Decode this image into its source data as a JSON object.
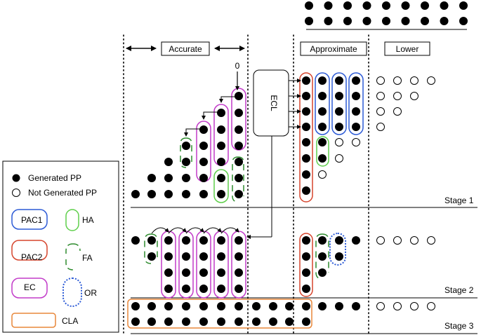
{
  "regions": {
    "accurate": "Accurate",
    "approximate": "Approximate",
    "lower": "Lower"
  },
  "ecl_label": "ECL",
  "zero_label": "0",
  "stages": [
    "Stage 1",
    "Stage 2",
    "Stage 3"
  ],
  "legend": {
    "generated_pp": "Generated PP",
    "not_generated_pp": "Not Generated PP",
    "pac1": "PAC1",
    "pac2": "PAC2",
    "ec": "EC",
    "ha": "HA",
    "fa": "FA",
    "or": "OR",
    "cla": "CLA"
  },
  "colors": {
    "pac1": "#2d5bd6",
    "pac2": "#d6452d",
    "ec": "#c23bc9",
    "ha": "#5fcf4b",
    "fa": "#2e8b2e",
    "or": "#2d5bd6",
    "cla": "#e8873a"
  }
}
